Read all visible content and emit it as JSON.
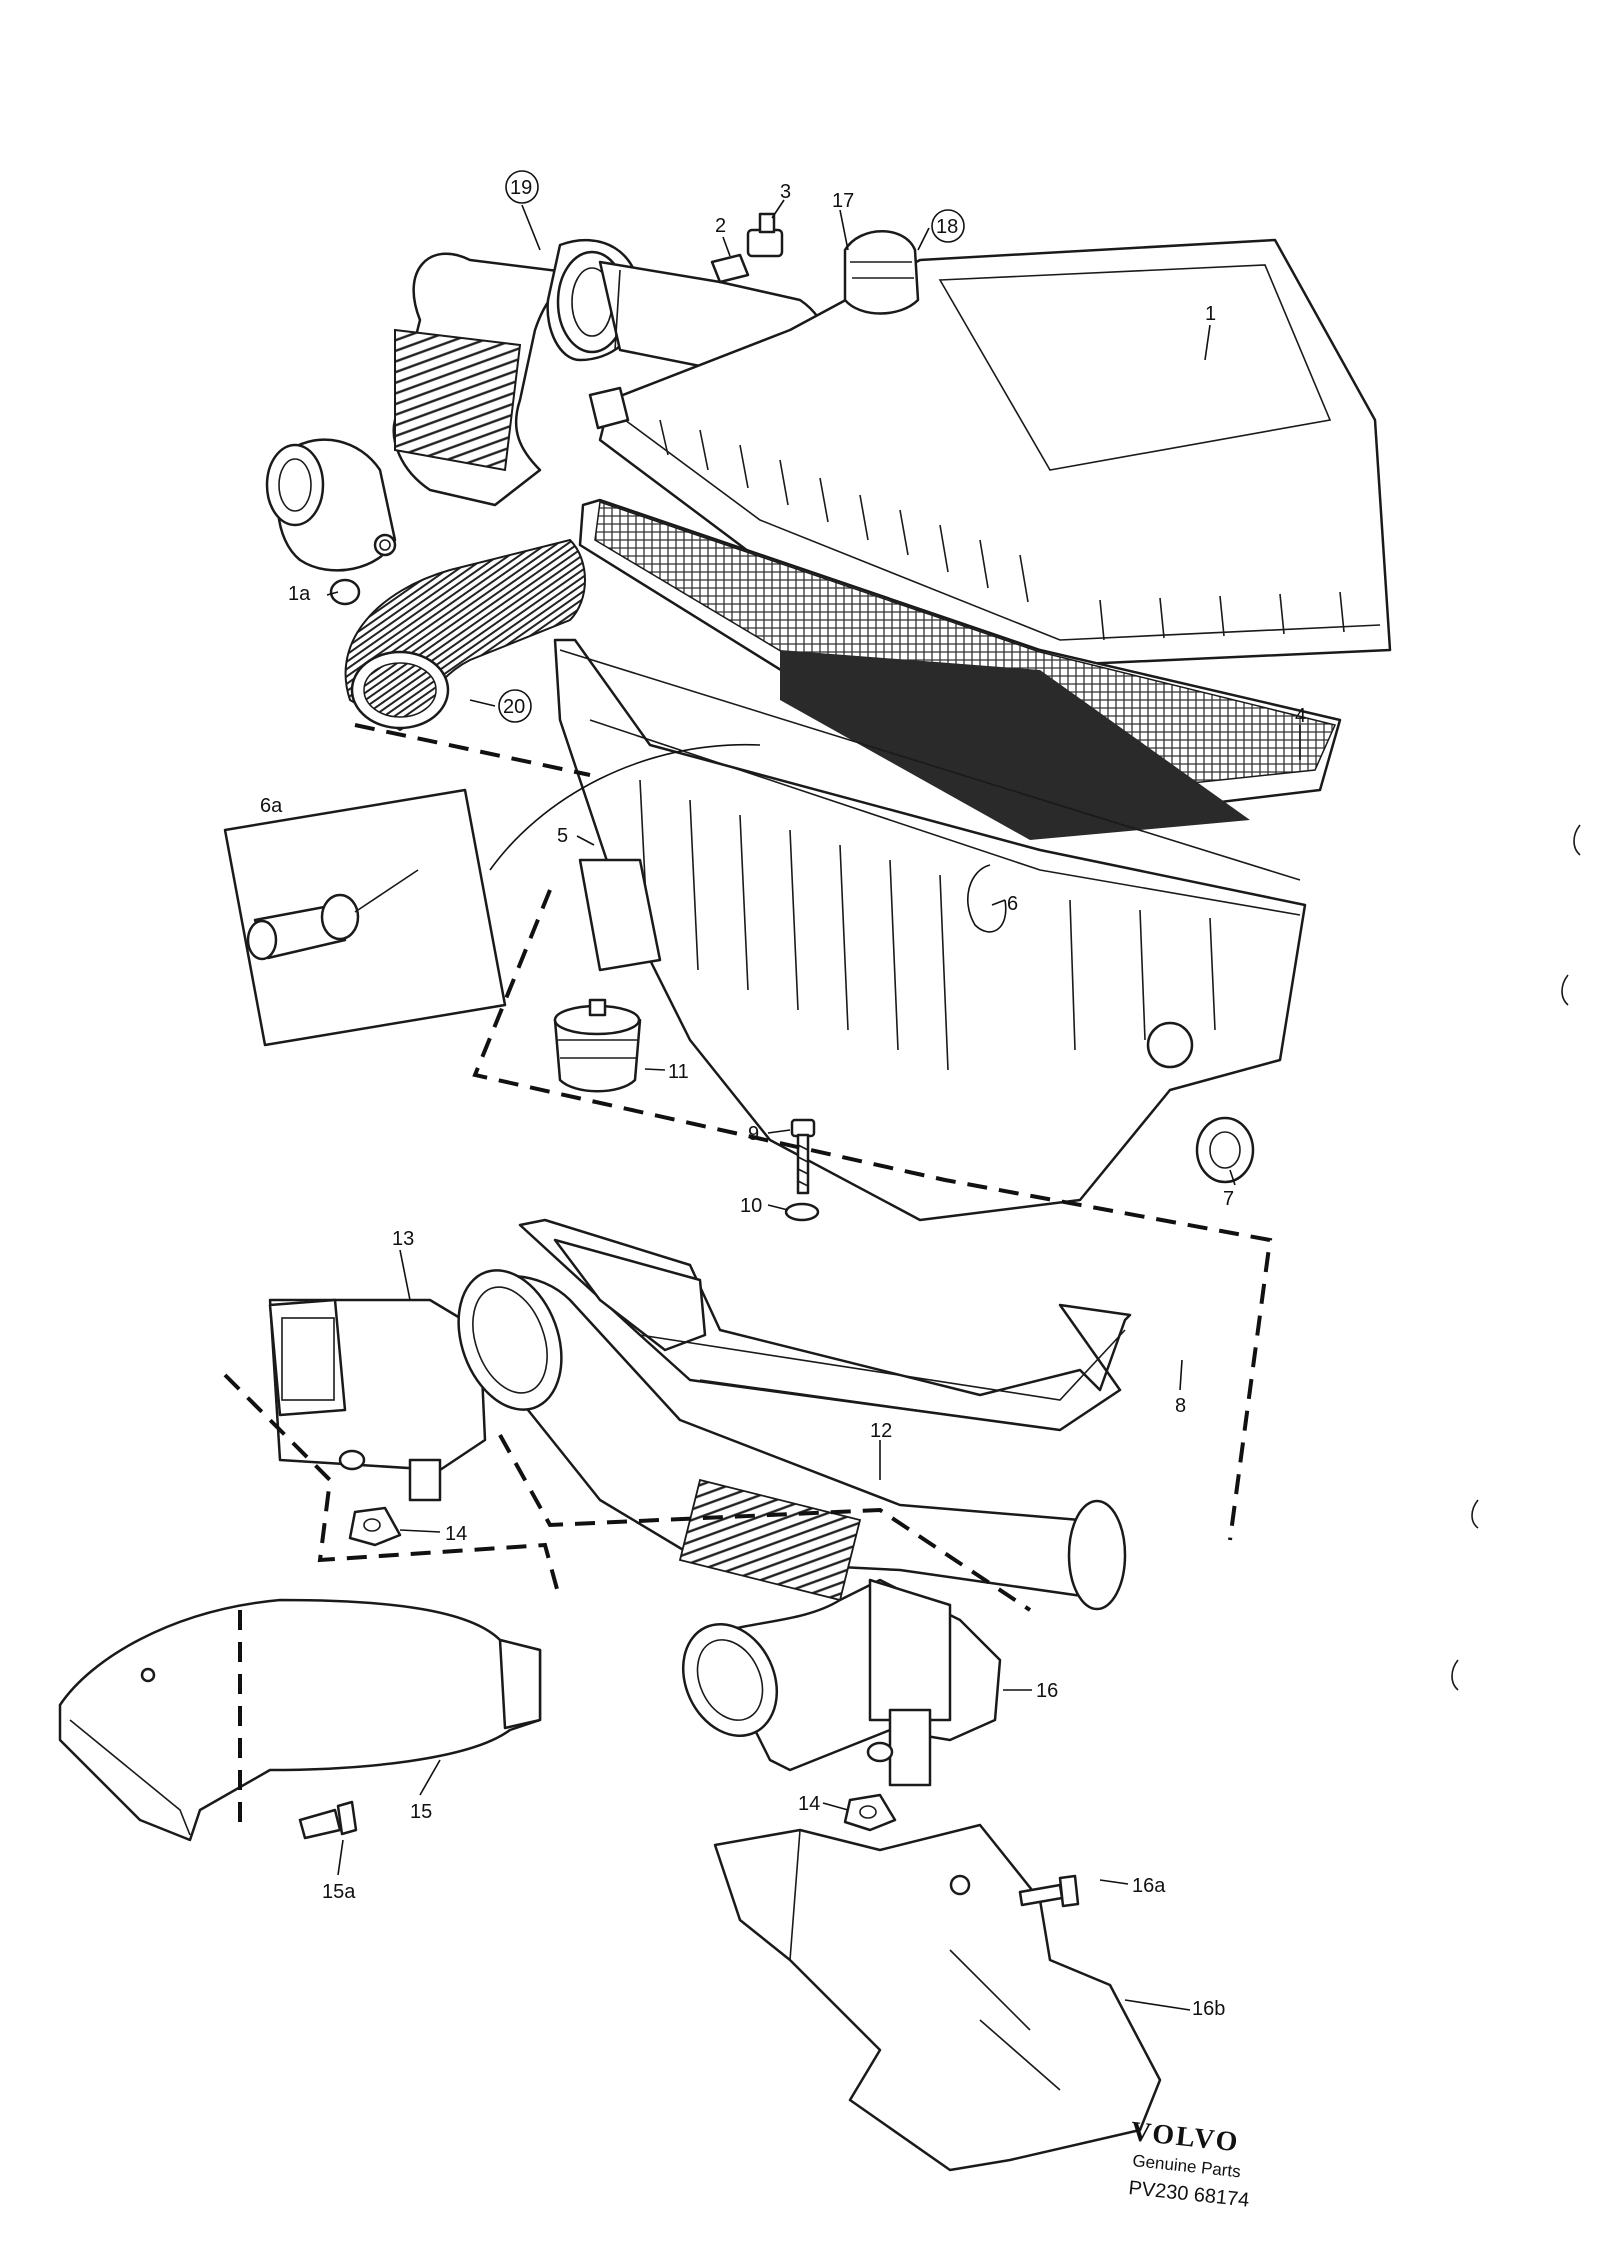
{
  "labels": {
    "p1": "1",
    "p1a": "1a",
    "p2": "2",
    "p3": "3",
    "p4": "4",
    "p5": "5",
    "p6": "6",
    "p6a": "6a",
    "p7": "7",
    "p8": "8",
    "p9": "9",
    "p10": "10",
    "p11": "11",
    "p12": "12",
    "p13": "13",
    "p14a": "14",
    "p14b": "14",
    "p15": "15",
    "p15a": "15a",
    "p16": "16",
    "p16a": "16a",
    "p16b": "16b",
    "p17": "17",
    "p18": "18",
    "p19": "19",
    "p20": "20"
  },
  "brand": {
    "logo_text": "VOLVO",
    "subtitle": "Genuine Parts",
    "code": "PV230 68174"
  }
}
